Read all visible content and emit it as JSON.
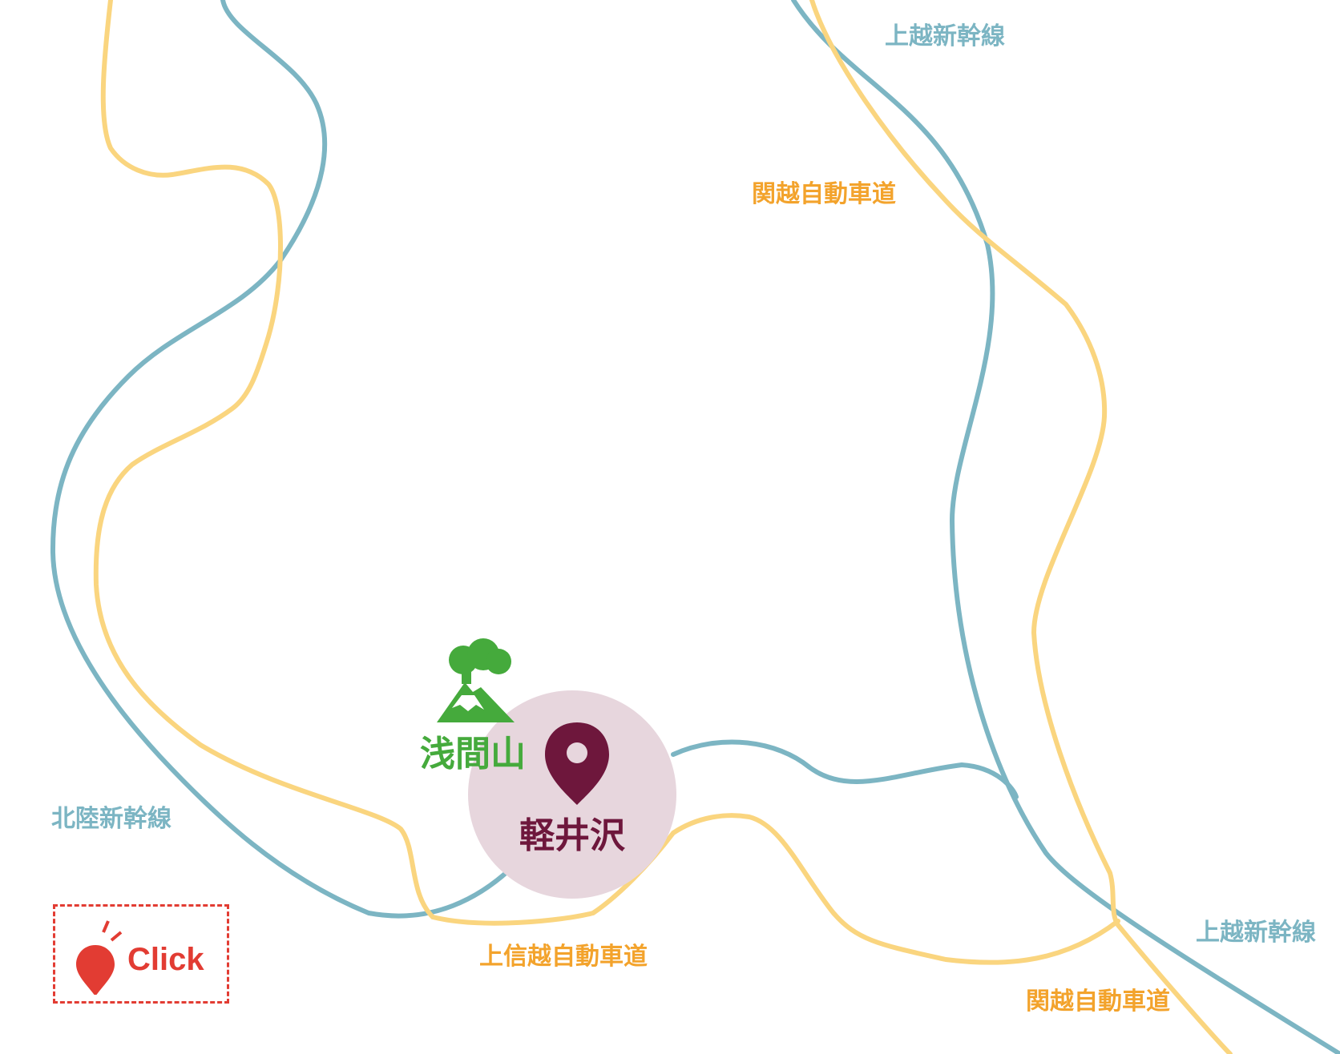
{
  "colors": {
    "rail": "#7cb5c3",
    "road": "#fad57f",
    "road_label": "#f3a32c",
    "mountain": "#45aa3c",
    "town_pin": "#6e173c",
    "town_circle": "#e7d6dd",
    "click": "#e23c33"
  },
  "labels": {
    "joetsu_shinkansen_top": "上越新幹線",
    "kanetsu_expressway_top": "関越自動車道",
    "hokuriku_shinkansen": "北陸新幹線",
    "joshinetsu_expressway": "上信越自動車道",
    "joetsu_shinkansen_bottom": "上越新幹線",
    "kanetsu_expressway_bottom": "関越自動車道",
    "mount_asama": "浅間山",
    "karuizawa": "軽井沢"
  },
  "click_button": {
    "label": "Click",
    "icon": "map-pin-icon"
  },
  "icons": {
    "volcano": "volcano-icon",
    "karuizawa_pin": "map-pin-icon"
  }
}
